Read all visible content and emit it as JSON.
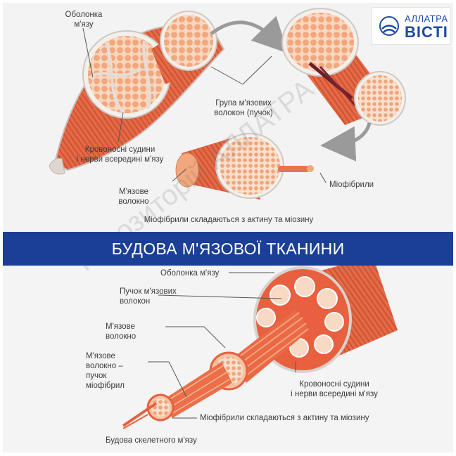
{
  "logo": {
    "line1": "АЛЛАТРА",
    "line2": "ВІСТІ"
  },
  "top": {
    "muscle_sheath": "Оболонка\nм'язу",
    "fascicle": "Група м'язових\nволокон (пучок)",
    "vessels": "Кровоносні судини\nі нерви всередині м'язу",
    "fiber": "М'язове\nволокно",
    "myofibrils": "Міофібрили",
    "caption": "Міофібрили складаються з актину та міозину"
  },
  "banner": {
    "title": "БУДОВА М'ЯЗОВОЇ ТКАНИНИ"
  },
  "bottom": {
    "sheath": "Оболонка м'язу",
    "fascicle": "Пучок м'язових\nволокон",
    "fiber": "М'язове\nволокно",
    "fiber_bundle": "М'язове\nволокно –\nпучок\nміофібрил",
    "vessels": "Кровоносні судини\nі нерви всередині м'язу",
    "myofibrils": "Міофібрили складаються з актину та міозину",
    "caption": "Будова скелетного м'язу"
  },
  "watermark": "Репозиторій АЛЛАТРА",
  "colors": {
    "muscle": "#e8603f",
    "muscle_light": "#f4a482",
    "sheath": "#d9d2cc",
    "banner": "#1b3f96",
    "brand": "#1d4aa5"
  }
}
